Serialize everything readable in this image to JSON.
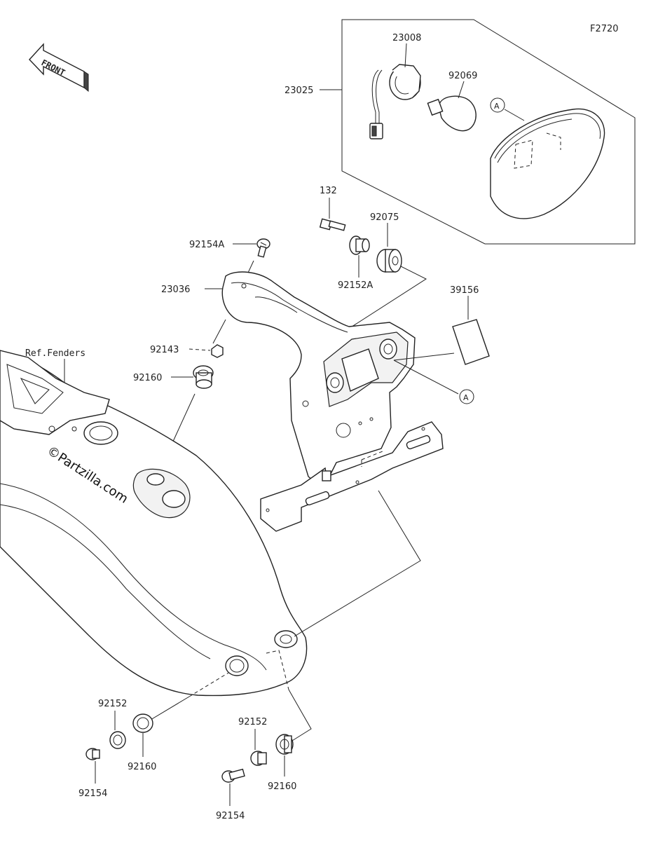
{
  "diagram_code": "F2720",
  "front_label": "FRONT",
  "ref_label": "Ref.Fenders",
  "watermark": "©Partzilla.com",
  "callout_a": "A",
  "parts": {
    "p23025": "23025",
    "p23008": "23008",
    "p92069": "92069",
    "p132": "132",
    "p92075": "92075",
    "p92154A": "92154A",
    "p92152A": "92152A",
    "p23036": "23036",
    "p39156": "39156",
    "p92143": "92143",
    "p92160_top": "92160",
    "p92152_left": "92152",
    "p92160_left": "92160",
    "p92154_left": "92154",
    "p92152_right": "92152",
    "p92160_right": "92160",
    "p92154_right": "92154"
  },
  "icons": {
    "front_arrow": "front-arrow-icon"
  }
}
